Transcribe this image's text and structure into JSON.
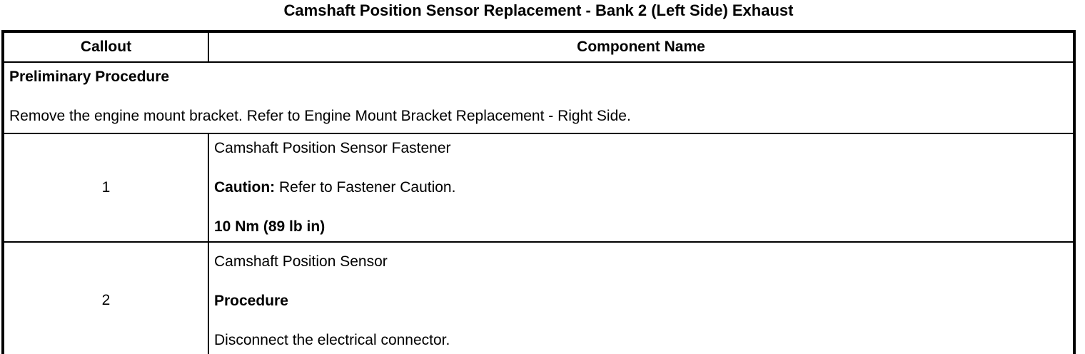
{
  "page": {
    "title": "Camshaft Position Sensor Replacement - Bank 2 (Left Side) Exhaust"
  },
  "colors": {
    "border": "#000000",
    "background": "#ffffff",
    "text": "#000000"
  },
  "table": {
    "headers": {
      "callout": "Callout",
      "component": "Component Name"
    },
    "preliminary": {
      "heading": "Preliminary Procedure",
      "text": "Remove the engine mount bracket. Refer to Engine Mount Bracket Replacement - Right Side."
    },
    "rows": [
      {
        "callout": "1",
        "name": "Camshaft Position Sensor Fastener",
        "caution_label": "Caution:",
        "caution_text": " Refer to Fastener Caution.",
        "torque": "10 Nm (89 lb in)"
      },
      {
        "callout": "2",
        "name": "Camshaft Position Sensor",
        "procedure_label": "Procedure",
        "procedure_text": "Disconnect the electrical connector."
      }
    ]
  }
}
